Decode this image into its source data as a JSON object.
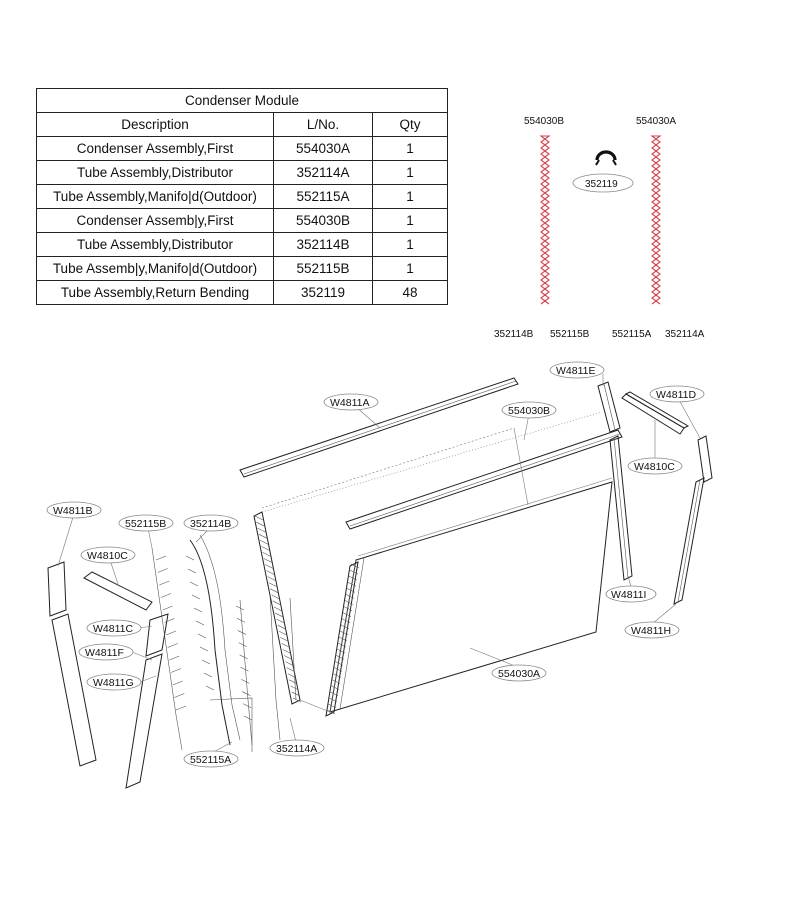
{
  "table": {
    "title": "Condenser Module",
    "headers": {
      "description": "Description",
      "lno": "L/No.",
      "qty": "Qty"
    },
    "rows": [
      {
        "description": "Condenser Assembly,First",
        "lno": "554030A",
        "qty": "1"
      },
      {
        "description": "Tube Assembly,Distributor",
        "lno": "352114A",
        "qty": "1"
      },
      {
        "description": "Tube Assembly,Manifo|d(Outdoor)",
        "lno": "552115A",
        "qty": "1"
      },
      {
        "description": "Condenser Assemb|y,First",
        "lno": "554030B",
        "qty": "1"
      },
      {
        "description": "Tube Assembly,Distributor",
        "lno": "352114B",
        "qty": "1"
      },
      {
        "description": "Tube Assemb|y,Manifo|d(Outdoor)",
        "lno": "552115B",
        "qty": "1"
      },
      {
        "description": "Tube Assembly,Return Bending",
        "lno": "352119",
        "qty": "48"
      }
    ]
  },
  "coil_diagram": {
    "labels": {
      "left_coil": "554030B",
      "right_coil": "554030A",
      "return_bend": "352119",
      "bottom_1": "352114B",
      "bottom_2": "552115B",
      "bottom_3": "552115A",
      "bottom_4": "352114A"
    },
    "coil_color": "#d8424a"
  },
  "exploded_view": {
    "labels": {
      "w4811e": "W4811E",
      "w4811d": "W4811D",
      "w4811a": "W4811A",
      "c554030b": "554030B",
      "w4810c_right": "W4810C",
      "w4811b": "W4811B",
      "t552115b": "552115B",
      "t352114b": "352114B",
      "w4810c_left": "W4810C",
      "w4811i": "W4811I",
      "w4811c": "W4811C",
      "w4811h": "W4811H",
      "w4811f": "W4811F",
      "c554030a": "554030A",
      "w4811g": "W4811G",
      "t352114a": "352114A",
      "t552115a": "552115A"
    }
  }
}
